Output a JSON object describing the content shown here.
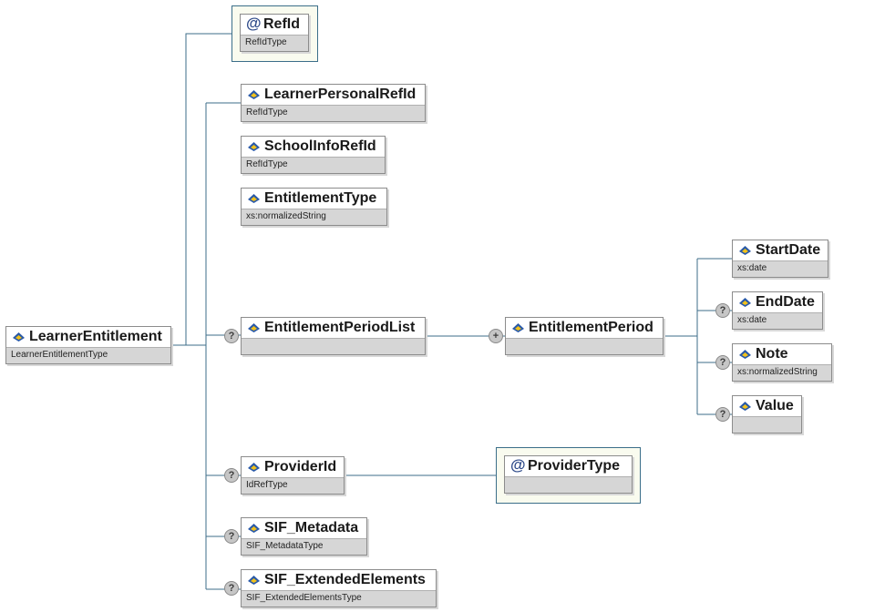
{
  "diagram": {
    "root": {
      "name": "LearnerEntitlement",
      "type": "LearnerEntitlementType"
    },
    "attribute": {
      "name": "RefId",
      "type": "RefIdType"
    },
    "children": [
      {
        "name": "LearnerPersonalRefId",
        "type": "RefIdType"
      },
      {
        "name": "SchoolInfoRefId",
        "type": "RefIdType"
      },
      {
        "name": "EntitlementType",
        "type": "xs:normalizedString"
      },
      {
        "name": "EntitlementPeriodList",
        "type": "",
        "badge": "?"
      },
      {
        "name": "ProviderId",
        "type": "IdRefType",
        "badge": "?"
      },
      {
        "name": "SIF_Metadata",
        "type": "SIF_MetadataType",
        "badge": "?"
      },
      {
        "name": "SIF_ExtendedElements",
        "type": "SIF_ExtendedElementsType",
        "badge": "?"
      }
    ],
    "period": {
      "name": "EntitlementPeriod",
      "type": "",
      "badge": "+"
    },
    "period_children": [
      {
        "name": "StartDate",
        "type": "xs:date"
      },
      {
        "name": "EndDate",
        "type": "xs:date",
        "badge": "?"
      },
      {
        "name": "Note",
        "type": "xs:normalizedString",
        "badge": "?"
      },
      {
        "name": "Value",
        "type": "",
        "badge": "?"
      }
    ],
    "provider_attribute": {
      "name": "ProviderType",
      "type": ""
    }
  }
}
